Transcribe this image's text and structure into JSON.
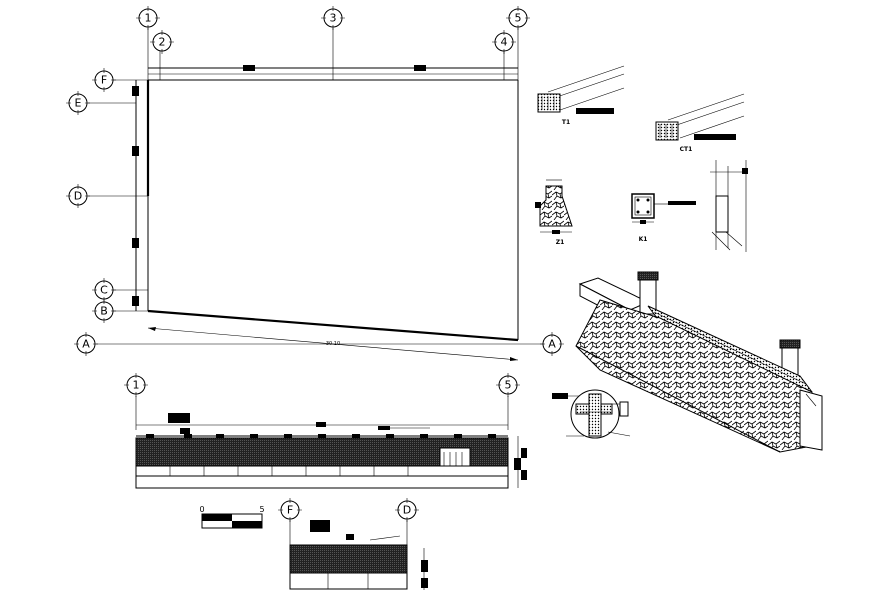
{
  "plan": {
    "top_axes": [
      "1",
      "2",
      "3",
      "4",
      "5"
    ],
    "left_axes": [
      "F",
      "E",
      "D",
      "C",
      "B",
      "A"
    ],
    "overall_dimension": "30.10"
  },
  "elevation_1": {
    "axes": [
      "1",
      "5"
    ]
  },
  "elevation_2": {
    "axes": [
      "F",
      "D"
    ]
  },
  "scale_bar": {
    "start": "0",
    "end": "5"
  },
  "details": {
    "beam_t1": "T1",
    "beam_ct1": "CT1",
    "footing_z1": "Z1",
    "column_k1": "K1"
  }
}
